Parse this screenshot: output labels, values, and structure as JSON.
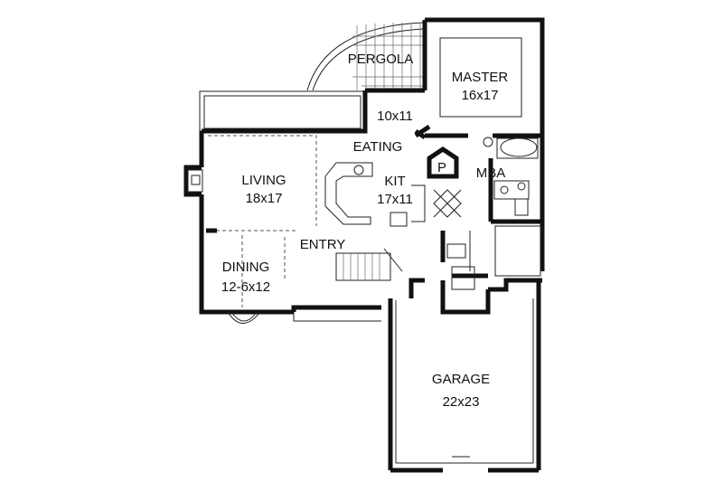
{
  "rooms": {
    "pergola": {
      "name": "PERGOLA"
    },
    "master": {
      "name": "MASTER",
      "size": "16x17"
    },
    "eating": {
      "name": "EATING",
      "size": "10x11"
    },
    "living": {
      "name": "LIVING",
      "size": "18x17"
    },
    "kitchen": {
      "name": "KIT",
      "size": "17x11"
    },
    "pantry": {
      "name": "P"
    },
    "mba": {
      "name": "MBA"
    },
    "entry": {
      "name": "ENTRY"
    },
    "dining": {
      "name": "DINING",
      "size": "12-6x12"
    },
    "garage": {
      "name": "GARAGE",
      "size": "22x23"
    }
  },
  "colors": {
    "ink": "#111111",
    "paper": "#ffffff"
  }
}
